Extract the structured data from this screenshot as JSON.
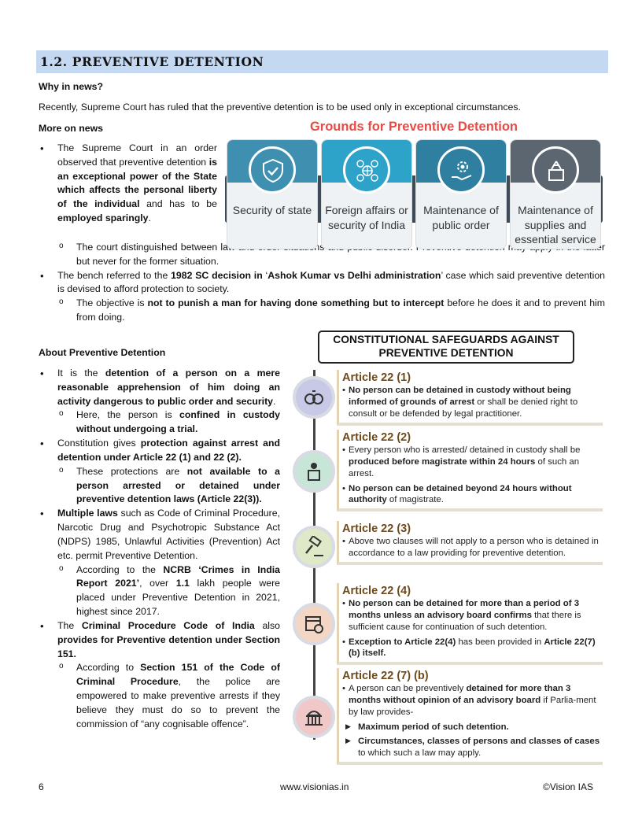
{
  "section": {
    "heading": "1.2. PREVENTIVE DETENTION"
  },
  "why_in_news": {
    "heading": "Why in news?",
    "text": "Recently, Supreme Court has ruled that the preventive detention is to be used only in exceptional circumstances."
  },
  "more_on_news": {
    "heading": "More on news",
    "b1_pre": "The Supreme Court in an order observed that preventive detention ",
    "b1_bold": "is an exceptional power of the State which affects the personal liberty of the individual",
    "b1_mid": " and has to be ",
    "b1_bold2": "employed sparingly",
    "b1_end": ".",
    "b1_sub": "The court distinguished between law and order situations and public disorder. Preventive detention may apply in the latter but never for the former situation.",
    "b2_pre": "The bench referred to the ",
    "b2_bold": "1982 SC decision in",
    "b2_mid": " ‘",
    "b2_bold2": "Ashok Kumar vs Delhi administration",
    "b2_end": "’ case which said preventive detention is devised to afford protection to society.",
    "b2_sub_pre": "The objective is ",
    "b2_sub_bold": "not to punish a man for having done something but to intercept",
    "b2_sub_end": " before he does it and to prevent him from doing."
  },
  "grounds": {
    "title": "Grounds for Preventive Detention",
    "cards": [
      {
        "label": "Security of state",
        "icon": "shield-check-icon",
        "color": "#3e8fb0"
      },
      {
        "label": "Foreign affairs or security of India",
        "icon": "currency-globe-icon",
        "color": "#2da3c9"
      },
      {
        "label": "Maintenance of public order",
        "icon": "hand-gear-icon",
        "color": "#2e7fa0"
      },
      {
        "label": "Maintenance of supplies and essential service and defence",
        "icon": "tools-box-icon",
        "color": "#5b6670"
      }
    ]
  },
  "about": {
    "heading": "About Preventive Detention",
    "i1_pre": "It is the ",
    "i1_bold": "detention of a person on a mere reasonable apprehension of him doing an activity dangerous to public order and security",
    "i1_end": ".",
    "i1_sub_pre": "Here, the person is ",
    "i1_sub_bold": "confined in custody without undergoing a trial.",
    "i2_pre": "Constitution gives ",
    "i2_bold": "protection against arrest and detention under Article 22 (1) and 22 (2).",
    "i2_sub_pre": "These protections are ",
    "i2_sub_bold": "not available to a person arrested or detained under preventive detention laws (Article 22(3)).",
    "i3_bold": "Multiple laws",
    "i3_end": " such as Code of Criminal Procedure, Narcotic Drug and Psychotropic Substance Act (NDPS) 1985, Unlawful Activities (Prevention) Act etc. permit Preventive Detention.",
    "i3_sub_pre": "According to the ",
    "i3_sub_bold": "NCRB ‘Crimes in India Report 2021’",
    "i3_sub_mid": ", over ",
    "i3_sub_bold2": "1.1",
    "i3_sub_end": " lakh people were placed under Preventive Detention in 2021, highest since 2017.",
    "i4_pre": "The ",
    "i4_bold": "Criminal Procedure Code of India",
    "i4_mid": " also ",
    "i4_bold2": "provides for Preventive detention under Section 151.",
    "i4_sub_pre": "According to ",
    "i4_sub_bold": "Section 151 of the Code of Criminal Procedure",
    "i4_sub_end": ", the police are empowered to make preventive arrests if they believe they must do so to prevent the commission of “any cognisable offence”."
  },
  "safeguards": {
    "title_line1": "CONSTITUTIONAL SAFEGUARDS AGAINST",
    "title_line2": "PREVENTIVE DETENTION",
    "a1": {
      "title": "Article 22 (1)",
      "p1_bold": "No person can be detained in custody without being informed of grounds of arrest",
      "p1_end": " or shall be denied right to consult or be defended by legal practitioner."
    },
    "a2": {
      "title": "Article 22 (2)",
      "p1_pre": "Every person who is arrested/ detained in custody shall be ",
      "p1_bold": "produced before magistrate within 24 hours",
      "p1_end": " of such an arrest.",
      "p2_bold": "No person can be detained beyond 24 hours without authority",
      "p2_end": " of magistrate."
    },
    "a3": {
      "title": "Article 22 (3)",
      "p1": "Above two clauses will not apply to a person who is detained in accordance to a law providing for preventive detention."
    },
    "a4": {
      "title": "Article 22 (4)",
      "p1_bold": "No person can be detained for more than a period of 3 months unless an advisory board confirms",
      "p1_end": " that there is sufficient cause for continuation of such detention.",
      "p2_bold": "Exception to Article 22(4)",
      "p2_mid": " has been provided in ",
      "p2_bold2": "Article 22(7) (b) itself."
    },
    "a5": {
      "title": "Article 22  (7) (b)",
      "p1_pre": "A person can be preventively ",
      "p1_bold": "detained for more than 3 months without opinion of an advisory board",
      "p1_end": " if Parlia-ment by law provides-",
      "p2_bold": "Maximum period of such detention.",
      "p3_bold": "Circumstances, classes of persons and classes of cases",
      "p3_end": " to which such a law may apply."
    }
  },
  "footer": {
    "page": "6",
    "link": "www.visionias.in",
    "copyright": "©Vision IAS"
  }
}
